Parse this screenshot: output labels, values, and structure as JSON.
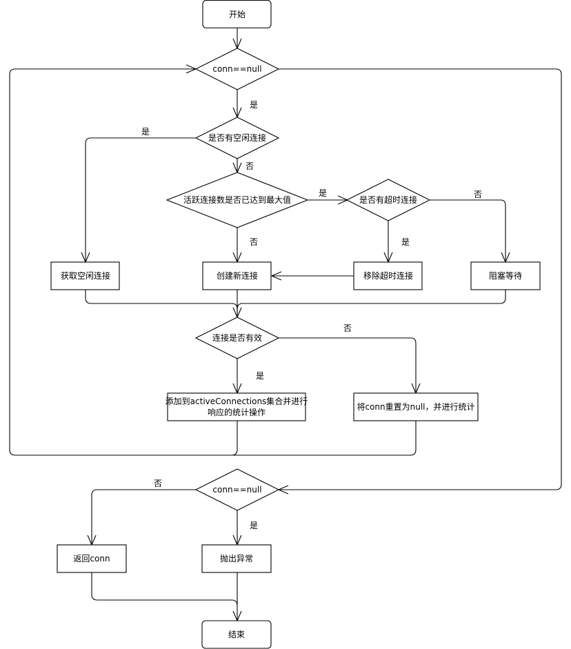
{
  "diagram": {
    "type": "flowchart",
    "colors": {
      "stroke": "#000000",
      "fill": "#ffffff",
      "text": "#000000"
    },
    "nodes": {
      "start": {
        "shape": "terminal",
        "label": "开始"
      },
      "check_conn_null_1": {
        "shape": "decision",
        "label": "conn==null"
      },
      "has_idle": {
        "shape": "decision",
        "label": "是否有空闲连接"
      },
      "active_max": {
        "shape": "decision",
        "label": "活跃连接数是否已达到最大值"
      },
      "has_timeout": {
        "shape": "decision",
        "label": "是否有超时连接"
      },
      "get_idle": {
        "shape": "process",
        "label": "获取空闲连接"
      },
      "create_new": {
        "shape": "process",
        "label": "创建新连接"
      },
      "remove_timeout": {
        "shape": "process",
        "label": "移除超时连接"
      },
      "block_wait": {
        "shape": "process",
        "label": "阻塞等待"
      },
      "conn_valid": {
        "shape": "decision",
        "label": "连接是否有效"
      },
      "add_active": {
        "shape": "process",
        "label_lines": [
          "添加到activeConnections集合并进行",
          "响应的统计操作"
        ]
      },
      "reset_null": {
        "shape": "process",
        "label": "将conn重置为null，并进行统计"
      },
      "check_conn_null_2": {
        "shape": "decision",
        "label": "conn==null"
      },
      "return_conn": {
        "shape": "process",
        "label": "返回conn"
      },
      "throw_exc": {
        "shape": "process",
        "label": "抛出异常"
      },
      "end": {
        "shape": "terminal",
        "label": "结束"
      }
    },
    "edges": [
      {
        "from": "start",
        "to": "check_conn_null_1",
        "label": ""
      },
      {
        "from": "check_conn_null_1",
        "to": "has_idle",
        "label": "是"
      },
      {
        "from": "check_conn_null_1",
        "to": "check_conn_null_2",
        "label": ""
      },
      {
        "from": "has_idle",
        "to": "get_idle",
        "label": "是"
      },
      {
        "from": "has_idle",
        "to": "active_max",
        "label": "否"
      },
      {
        "from": "active_max",
        "to": "has_timeout",
        "label": "是"
      },
      {
        "from": "active_max",
        "to": "create_new",
        "label": "否"
      },
      {
        "from": "has_timeout",
        "to": "remove_timeout",
        "label": "是"
      },
      {
        "from": "has_timeout",
        "to": "block_wait",
        "label": "否"
      },
      {
        "from": "remove_timeout",
        "to": "create_new",
        "label": ""
      },
      {
        "from": "get_idle",
        "to": "conn_valid",
        "label": ""
      },
      {
        "from": "create_new",
        "to": "conn_valid",
        "label": ""
      },
      {
        "from": "block_wait",
        "to": "conn_valid",
        "label": ""
      },
      {
        "from": "conn_valid",
        "to": "add_active",
        "label": "是"
      },
      {
        "from": "conn_valid",
        "to": "reset_null",
        "label": "否"
      },
      {
        "from": "add_active",
        "to": "check_conn_null_1",
        "label": ""
      },
      {
        "from": "reset_null",
        "to": "check_conn_null_1",
        "label": ""
      },
      {
        "from": "check_conn_null_2",
        "to": "return_conn",
        "label": "否"
      },
      {
        "from": "check_conn_null_2",
        "to": "throw_exc",
        "label": "是"
      },
      {
        "from": "return_conn",
        "to": "end",
        "label": ""
      },
      {
        "from": "throw_exc",
        "to": "end",
        "label": ""
      }
    ]
  }
}
